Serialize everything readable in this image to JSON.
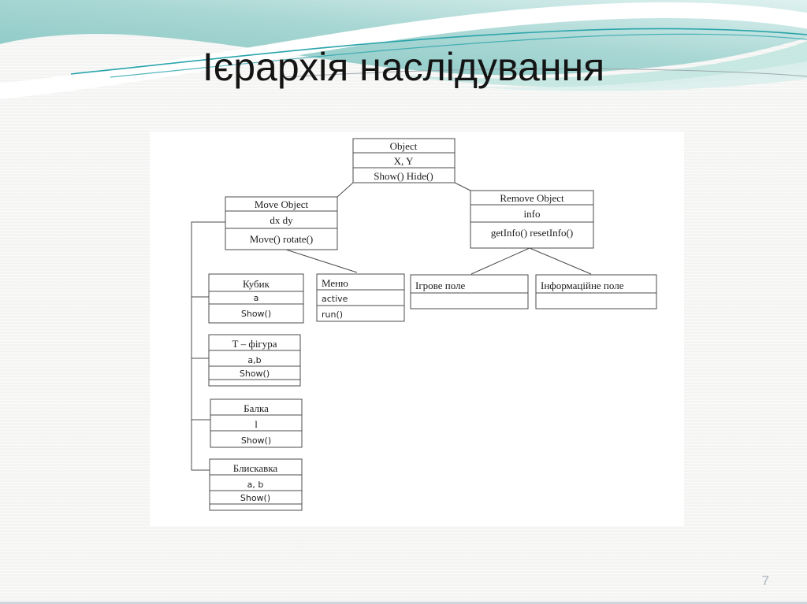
{
  "slide": {
    "title": "Ієрархія наслідування",
    "page_number": "7"
  },
  "colors": {
    "teal_dark": "#83c5c2",
    "teal_light": "#dff2f0",
    "accent_line": "#2aa4ab",
    "mint_wave": "#c2e5e0",
    "mint_wave_light": "#dcf0ec",
    "gray_line": "#9fa8ad",
    "box_border": "#4b4b4b",
    "page_number": "#a9b3bd",
    "panel_bg": "#ffffff"
  },
  "diagram": {
    "classes": [
      {
        "id": "object",
        "title": "Object",
        "attributes": "X, Y",
        "methods": "Show() Hide()"
      },
      {
        "id": "move-object",
        "title": "Move Object",
        "attributes": "dx dy",
        "methods": "Move() rotate()"
      },
      {
        "id": "remove-object",
        "title": "Remove Object",
        "attributes": "info",
        "methods": "getInfo() resetInfo()"
      },
      {
        "id": "kubyk",
        "title": "Кубик",
        "attributes": "a",
        "methods": "Show()"
      },
      {
        "id": "menu",
        "title": "Меню",
        "attributes": "active",
        "methods": "run()"
      },
      {
        "id": "ihrove-pole",
        "title": "Ігрове поле",
        "attributes": "",
        "methods": ""
      },
      {
        "id": "informatsiine-pole",
        "title": "Інформаційне поле",
        "attributes": "",
        "methods": ""
      },
      {
        "id": "t-fihura",
        "title": "Т – фігура",
        "attributes": "a,b",
        "methods": "Show()"
      },
      {
        "id": "balka",
        "title": "Балка",
        "attributes": "l",
        "methods": "Show()"
      },
      {
        "id": "blyskavka",
        "title": "Блискавка",
        "attributes": "a, b",
        "methods": "Show()"
      }
    ],
    "relations": [
      {
        "parent": "Object",
        "child": "Move Object"
      },
      {
        "parent": "Object",
        "child": "Remove Object"
      },
      {
        "parent": "Move Object",
        "child": "Кубик"
      },
      {
        "parent": "Move Object",
        "child": "Меню"
      },
      {
        "parent": "Move Object",
        "child": "Т – фігура"
      },
      {
        "parent": "Move Object",
        "child": "Балка"
      },
      {
        "parent": "Move Object",
        "child": "Блискавка"
      },
      {
        "parent": "Remove Object",
        "child": "Ігрове поле"
      },
      {
        "parent": "Remove Object",
        "child": "Інформаційне поле"
      }
    ]
  }
}
